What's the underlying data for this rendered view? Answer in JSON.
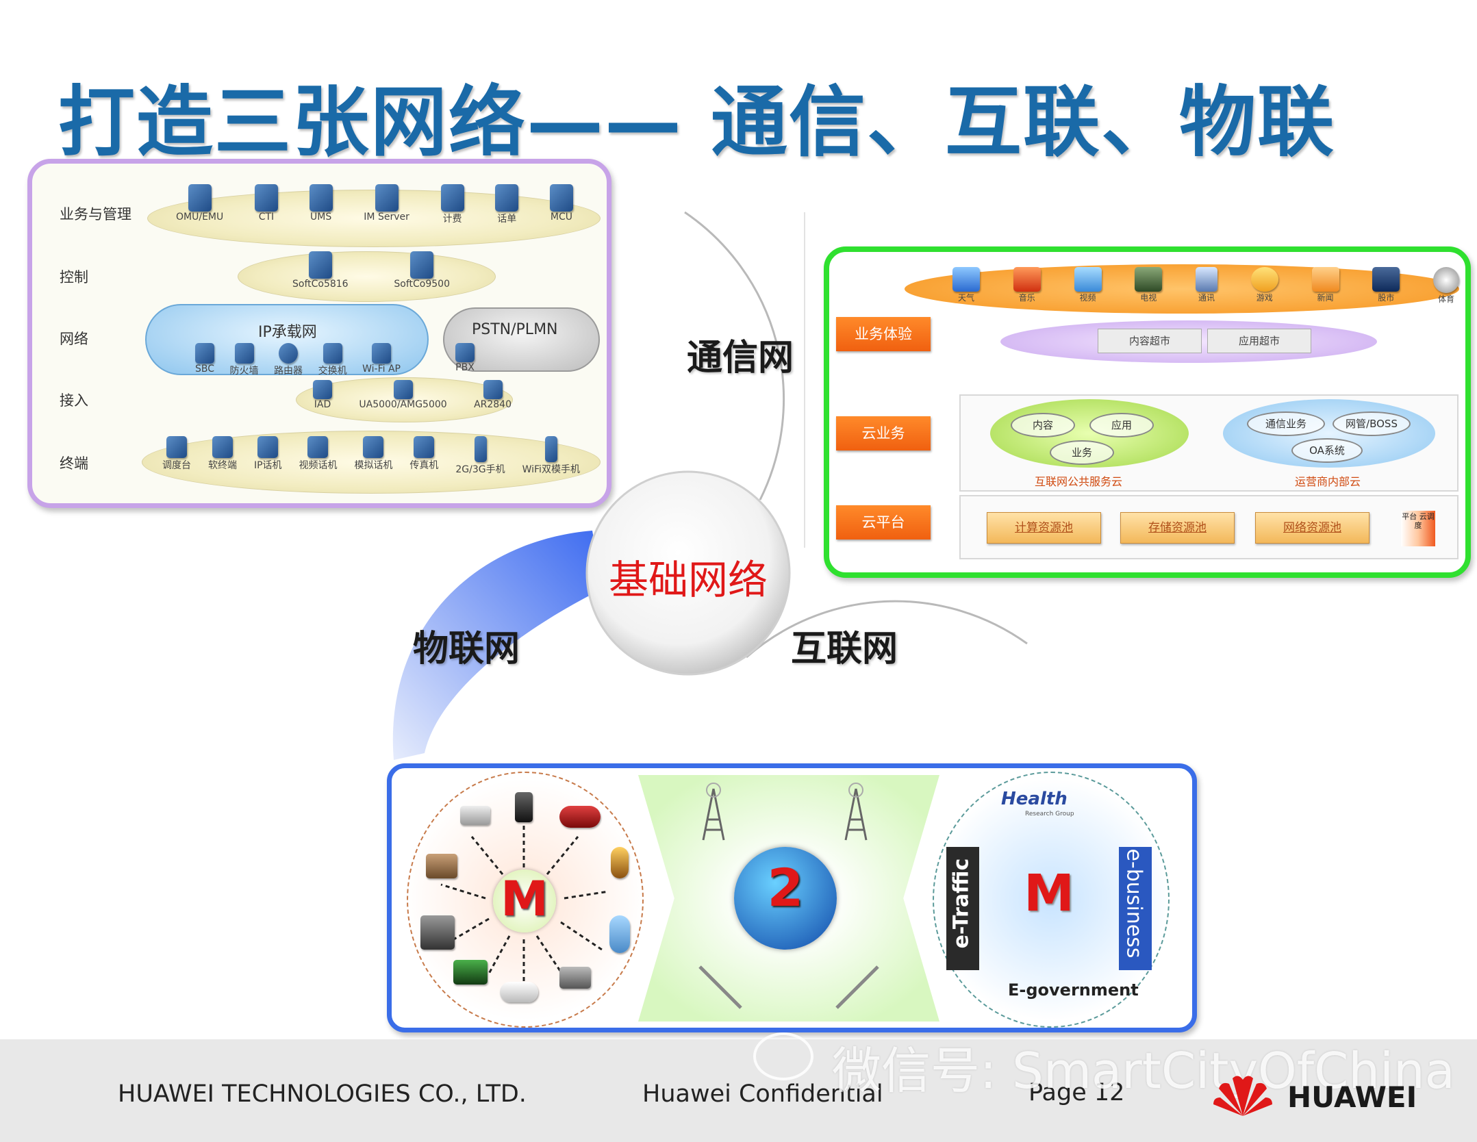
{
  "title": "打造三张网络—— 通信、互联、物联",
  "center": "基础网络",
  "labels": {
    "comm": "通信网",
    "internet": "互联网",
    "iot": "物联网"
  },
  "comm_panel": {
    "layers": [
      "业务与管理",
      "控制",
      "网络",
      "接入",
      "终端"
    ],
    "services": [
      "OMU/EMU",
      "CTI",
      "UMS",
      "IM Server",
      "计费",
      "话单",
      "MCU"
    ],
    "control": [
      "SoftCo5816",
      "SoftCo9500"
    ],
    "ip_cloud": "IP承载网",
    "pstn_cloud": "PSTN/PLMN",
    "network_devices": [
      "SBC",
      "防火墙",
      "路由器",
      "交换机",
      "Wi-Fi AP"
    ],
    "pbx": "PBX",
    "access": [
      "IAD",
      "UA5000/AMG5000",
      "AR2840"
    ],
    "terminals": [
      "调度台",
      "软终端",
      "IP话机",
      "视频话机",
      "模拟话机",
      "传真机",
      "2G/3G手机",
      "WiFi双模手机"
    ]
  },
  "net_panel": {
    "tags": [
      "业务体验",
      "云业务",
      "云平台"
    ],
    "experience_icons": [
      "天气",
      "音乐",
      "视频",
      "电视",
      "通讯",
      "游戏",
      "新闻",
      "股市",
      "体育"
    ],
    "markets": [
      "内容超市",
      "应用超市"
    ],
    "public_cloud": {
      "items": [
        "内容",
        "应用",
        "业务"
      ],
      "caption": "互联网公共服务云"
    },
    "operator_cloud": {
      "items": [
        "通信业务",
        "网管/BOSS",
        "OA系统"
      ],
      "caption": "运营商内部云"
    },
    "resources": [
      "计算资源池",
      "存储资源池",
      "网络资源池"
    ],
    "scheduler": "平台 云调度"
  },
  "iot_panel": {
    "m_left": "M",
    "num": "2",
    "m_right": "M",
    "health": "Health",
    "health_sub": "Research Group",
    "etraffic": "e-Traffic",
    "ebusiness": "e-business",
    "egov": "E-government"
  },
  "footer": {
    "company": "HUAWEI TECHNOLOGIES CO., LTD.",
    "confidential": "Huawei Confidential",
    "page": "Page 12",
    "watermark": "微信号: SmartCityOfChina",
    "logo": "HUAWEI"
  },
  "colors": {
    "title": "#1a6aa8",
    "center_text": "#e01818",
    "comm_border": "#c7a3e8",
    "net_border": "#2fe02f",
    "iot_border": "#3a6de8",
    "tag": "#f06010"
  }
}
